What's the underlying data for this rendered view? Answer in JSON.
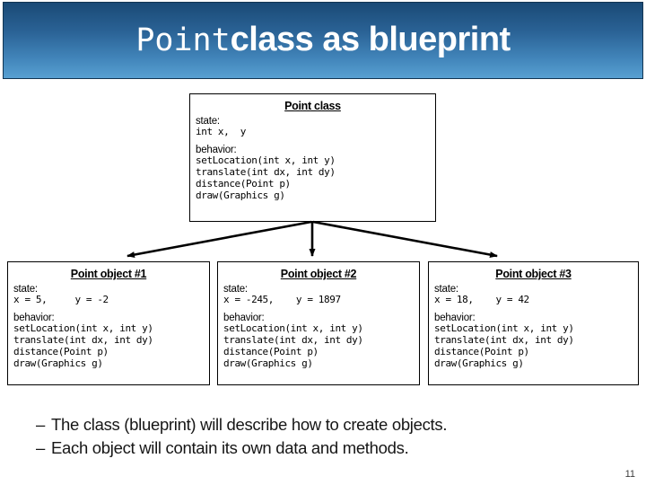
{
  "slide": {
    "title_mono": "Point",
    "title_bold": "class as blueprint",
    "page_number": "11"
  },
  "class_box": {
    "title": "Point class",
    "state_label": "state:",
    "state_lines": [
      "int x,  y"
    ],
    "behavior_label": "behavior:",
    "behavior_lines": [
      "setLocation(int x, int y)",
      "translate(int dx, int dy)",
      "distance(Point p)",
      "draw(Graphics g)"
    ]
  },
  "objects": [
    {
      "title": "Point object #1",
      "state_label": "state:",
      "state_lines": [
        "x = 5,     y = -2"
      ],
      "behavior_label": "behavior:",
      "behavior_lines": [
        "setLocation(int x, int y)",
        "translate(int dx, int dy)",
        "distance(Point p)",
        "draw(Graphics g)"
      ]
    },
    {
      "title": "Point object #2",
      "state_label": "state:",
      "state_lines": [
        "x = -245,    y = 1897"
      ],
      "behavior_label": "behavior:",
      "behavior_lines": [
        "setLocation(int x, int y)",
        "translate(int dx, int dy)",
        "distance(Point p)",
        "draw(Graphics g)"
      ]
    },
    {
      "title": "Point object #3",
      "state_label": "state:",
      "state_lines": [
        "x = 18,    y = 42"
      ],
      "behavior_label": "behavior:",
      "behavior_lines": [
        "setLocation(int x, int y)",
        "translate(int dx, int dy)",
        "distance(Point p)",
        "draw(Graphics g)"
      ]
    }
  ],
  "bullets": [
    {
      "marker": "–",
      "text": "The class (blueprint) will describe how to create objects."
    },
    {
      "marker": "–",
      "text": "Each object will contain its own data and methods."
    }
  ],
  "colors": {
    "banner_top": "#1a4a76",
    "banner_bottom": "#57a0d2",
    "banner_text": "#ffffff",
    "box_border": "#000000",
    "body_text": "#000000",
    "page_number": "#3b3b3b"
  }
}
